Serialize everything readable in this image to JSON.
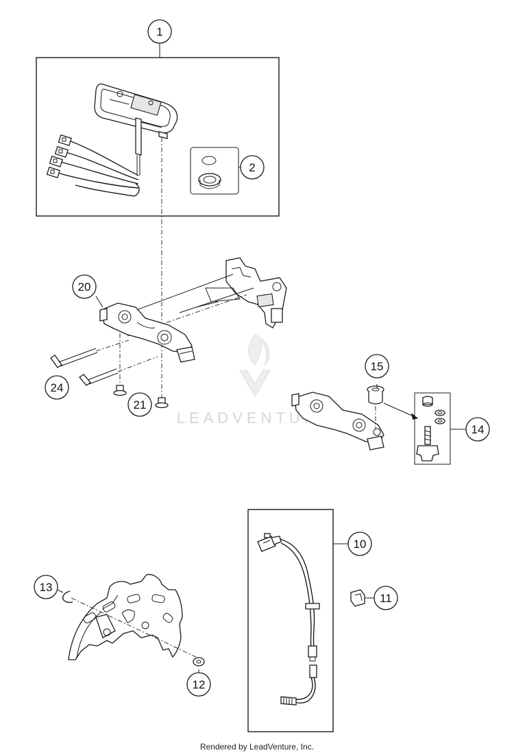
{
  "watermark": {
    "brand": "LEADVENTURE"
  },
  "credit": "Rendered by LeadVenture, Inc.",
  "callouts": [
    {
      "id": "1",
      "label": "1"
    },
    {
      "id": "2",
      "label": "2"
    },
    {
      "id": "20",
      "label": "20"
    },
    {
      "id": "24",
      "label": "24"
    },
    {
      "id": "21",
      "label": "21"
    },
    {
      "id": "15",
      "label": "15"
    },
    {
      "id": "14",
      "label": "14"
    },
    {
      "id": "10",
      "label": "10"
    },
    {
      "id": "11",
      "label": "11"
    },
    {
      "id": "13",
      "label": "13"
    },
    {
      "id": "12",
      "label": "12"
    }
  ],
  "colors": {
    "line": "#1a1a1a",
    "watermark": "#d6d6d6",
    "background": "#ffffff"
  }
}
